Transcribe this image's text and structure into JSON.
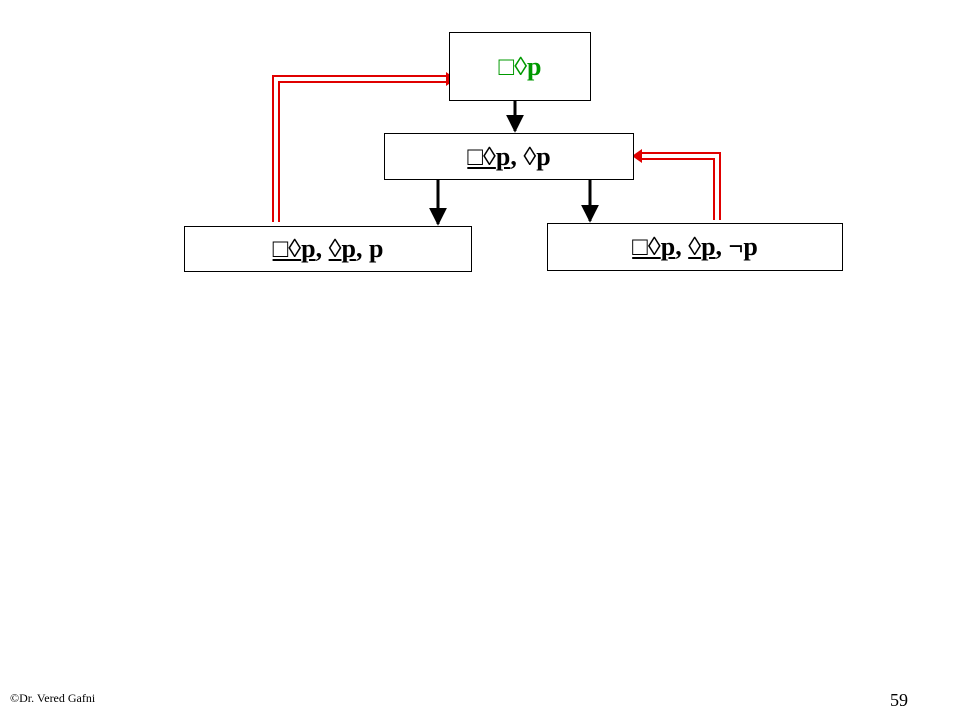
{
  "nodes": {
    "top": {
      "text": "□◊",
      "p": "p"
    },
    "middle": {
      "t1": "□◊",
      "p1": "p",
      "sep": ", ",
      "t2": "◊",
      "p2": "p"
    },
    "left": {
      "t1": "□◊",
      "p1": "p",
      "sep1": ", ",
      "t2": "◊",
      "p2": "p",
      "sep2": ", ",
      "t3": "p"
    },
    "right": {
      "t1": "□◊",
      "p1": "p",
      "sep1": ", ",
      "t2": "◊",
      "p2": "p",
      "sep2": ", ",
      "t3": "¬p"
    }
  },
  "colors": {
    "top_text": "#009900",
    "tree_edge": "#000000",
    "back_edge": "#e00000"
  },
  "footer": {
    "copyright": "©Dr. Vered Gafni",
    "page_number": "59"
  }
}
